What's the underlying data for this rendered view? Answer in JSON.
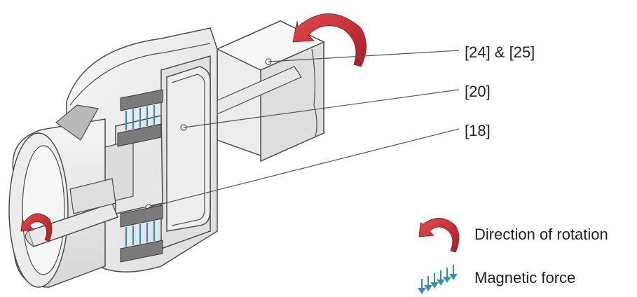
{
  "labels": {
    "part_24_25": "[24] & [25]",
    "part_20": "[20]",
    "part_18": "[18]"
  },
  "legend": {
    "rotation": "Direction of rotation",
    "magnetic": "Magnetic force"
  },
  "colors": {
    "housing_light": "#f2f2f2",
    "housing_mid": "#e4e4e4",
    "housing_dark": "#cfcfcf",
    "outline": "#4d4d4d",
    "magnet": "#7a7a7a",
    "rotation_arrow": "#c0272d",
    "magnetic_arrow": "#2e8fb8",
    "leader_line": "#555555"
  },
  "icons": {
    "rotation": "curved-arrow-icon",
    "magnetic": "down-arrows-icon"
  }
}
